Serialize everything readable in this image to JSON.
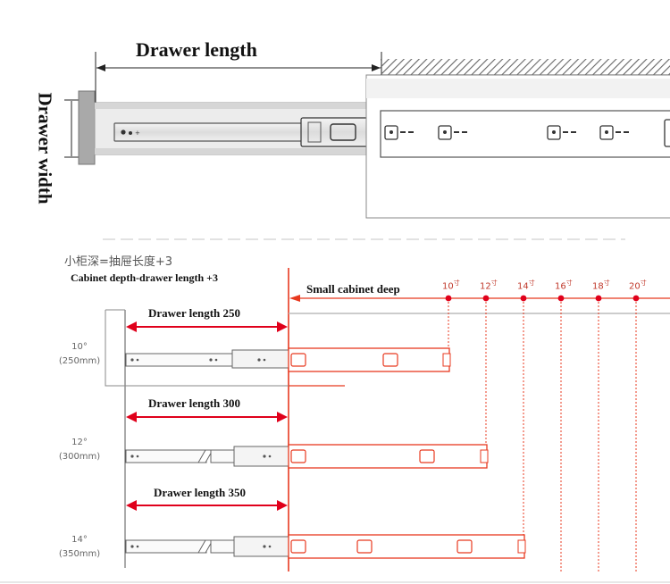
{
  "top": {
    "title": "Drawer length",
    "side_label": "Drawer width"
  },
  "bottom": {
    "formula_cn": "小柜深=抽屉长度+3",
    "formula_en": "Cabinet depth-drawer length +3",
    "small_cabinet_deep": "Small cabinet deep",
    "ticks": [
      {
        "num": "10",
        "unit": "寸"
      },
      {
        "num": "12",
        "unit": "寸"
      },
      {
        "num": "14",
        "unit": "寸"
      },
      {
        "num": "16",
        "unit": "寸"
      },
      {
        "num": "18",
        "unit": "寸"
      },
      {
        "num": "20",
        "unit": "寸"
      }
    ],
    "rows": [
      {
        "drawer_label": "Drawer length 250",
        "inch": "10°",
        "mm": "(250mm)"
      },
      {
        "drawer_label": "Drawer length 300",
        "inch": "12°",
        "mm": "(300mm)"
      },
      {
        "drawer_label": "Drawer length 350",
        "inch": "14°",
        "mm": "(350mm)"
      }
    ]
  },
  "colors": {
    "accent_red": "#e8391f",
    "dim_red": "#e0001b",
    "line_gray": "#555555"
  }
}
